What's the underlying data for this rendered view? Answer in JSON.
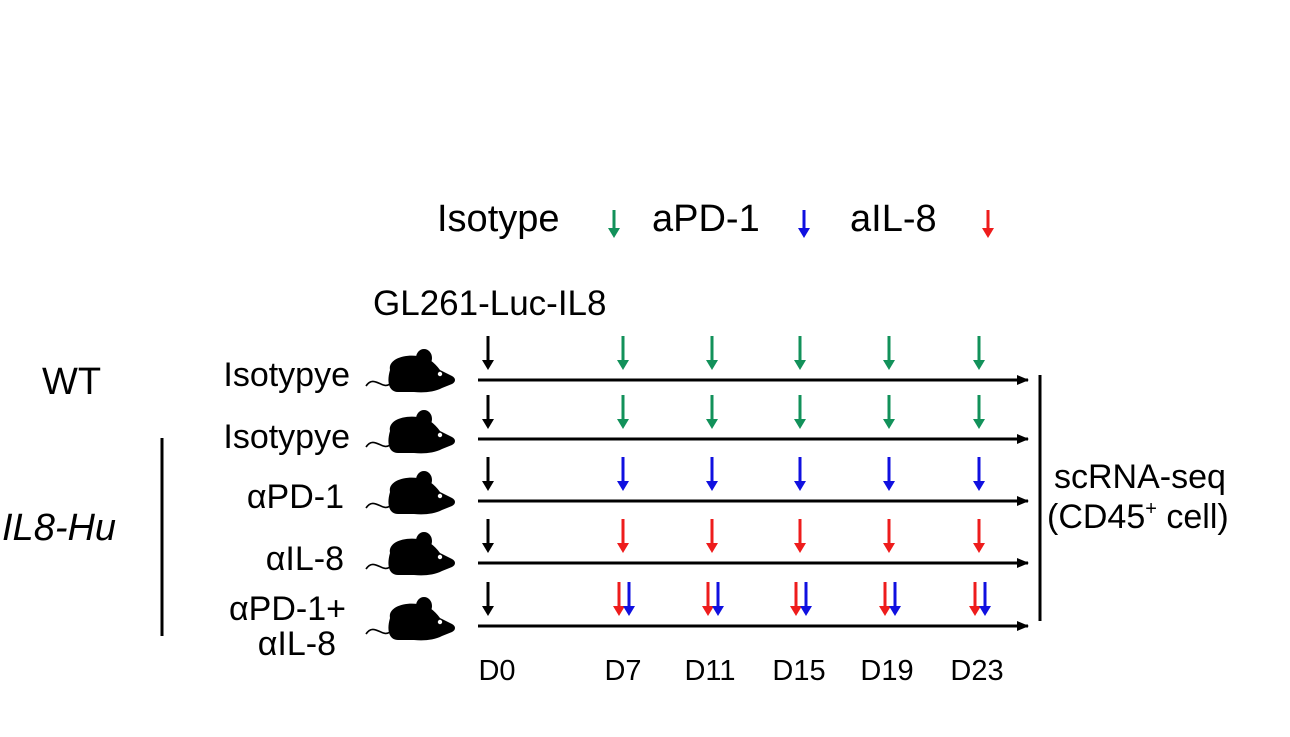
{
  "legend": [
    {
      "label": "Isotype",
      "color": "#12915a"
    },
    {
      "label": "aPD-1",
      "color": "#1010e0"
    },
    {
      "label": "aIL-8",
      "color": "#ee1c1c"
    }
  ],
  "injection_label": "GL261-Luc-IL8",
  "genotypes": {
    "wt": "WT",
    "il8hu": "IL8-Hu"
  },
  "groups": [
    {
      "label_lines": [
        "Isotypye"
      ],
      "treatments": [
        "isotype"
      ]
    },
    {
      "label_lines": [
        "Isotypye"
      ],
      "treatments": [
        "isotype"
      ]
    },
    {
      "label_lines": [
        "αPD-1"
      ],
      "treatments": [
        "apd1"
      ]
    },
    {
      "label_lines": [
        "αIL-8"
      ],
      "treatments": [
        "ail8"
      ]
    },
    {
      "label_lines": [
        "αPD-1+",
        "αIL-8"
      ],
      "treatments": [
        "ail8",
        "apd1"
      ]
    }
  ],
  "timepoints": [
    "D0",
    "D7",
    "D11",
    "D15",
    "D19",
    "D23"
  ],
  "readout": {
    "line1": "scRNA-seq",
    "line2_prefix": "(CD45",
    "line2_sup": "+",
    "line2_suffix": " cell)"
  },
  "colors": {
    "isotype": "#12915a",
    "apd1": "#1010e0",
    "ail8": "#ee1c1c",
    "black": "#000000"
  }
}
